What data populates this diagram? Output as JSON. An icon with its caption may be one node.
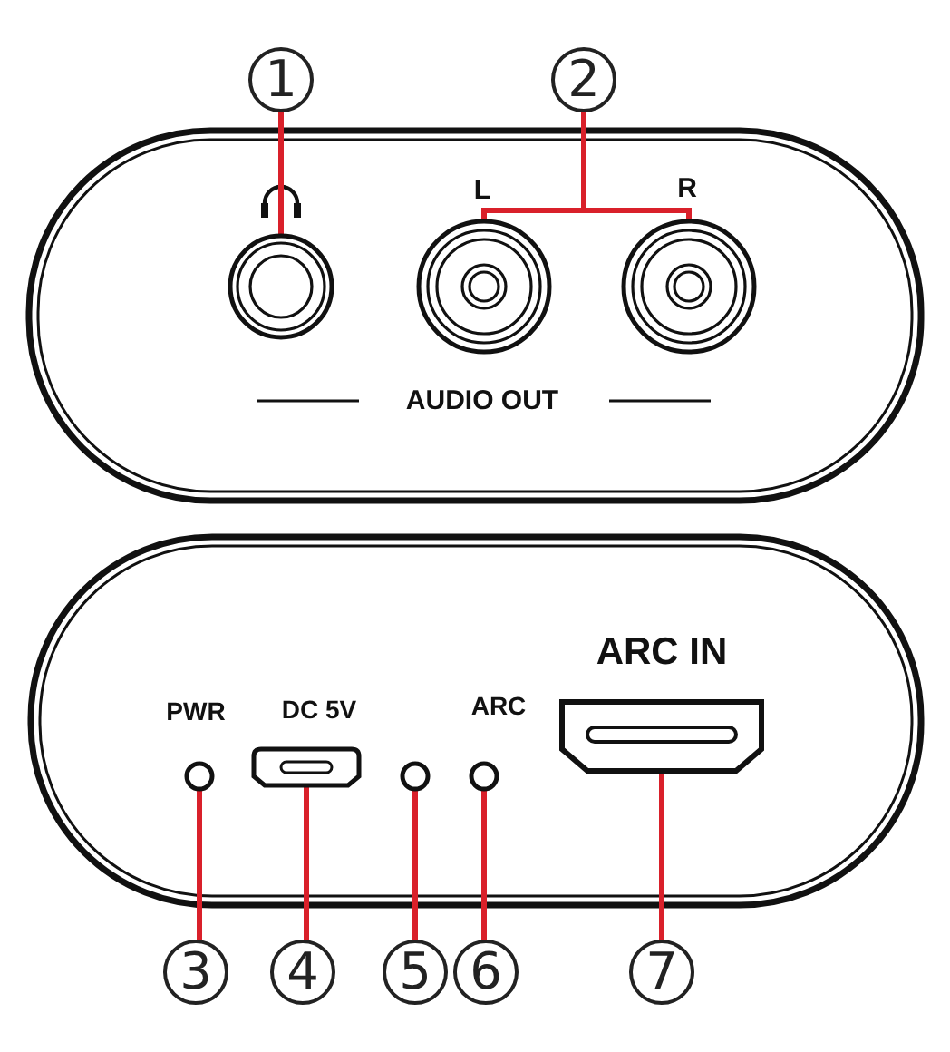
{
  "diagram": {
    "nodes": [
      {
        "text": [
          "1"
        ]
      },
      {
        "text": [
          "2"
        ]
      },
      {
        "text": [],
        "shape": "circle"
      },
      {
        "text": [],
        "shape": "circle"
      },
      {
        "text": [],
        "shape": "circle"
      },
      {
        "text": [],
        "shape": "circle"
      },
      {
        "text": [],
        "shape": "box"
      },
      {
        "text": [],
        "shape": "circle"
      },
      {
        "text": [],
        "shape": "circle"
      },
      {
        "text": [],
        "shape": "box"
      },
      {
        "text": [
          "3"
        ]
      },
      {
        "text": [
          "4"
        ]
      },
      {
        "text": [
          "5"
        ]
      },
      {
        "text": [
          "6"
        ]
      },
      {
        "text": [
          "7"
        ]
      }
    ],
    "edges": [
      {
        "from": 0,
        "to": 2,
        "arrow": "none"
      },
      {
        "from": 1,
        "to": 3,
        "arrow": "none"
      },
      {
        "from": 1,
        "to": 4,
        "arrow": "none"
      },
      {
        "from": 10,
        "to": 5,
        "arrow": "none"
      },
      {
        "from": 11,
        "to": 6,
        "arrow": "none"
      },
      {
        "from": 12,
        "to": 7,
        "arrow": "none"
      },
      {
        "from": 13,
        "to": 8,
        "arrow": "none"
      },
      {
        "from": 14,
        "to": 9,
        "arrow": "none"
      }
    ],
    "labels": [
      "L",
      "R",
      "AUDIO OUT",
      "ARC IN",
      "PWR",
      "DC 5V",
      "ARC"
    ]
  }
}
